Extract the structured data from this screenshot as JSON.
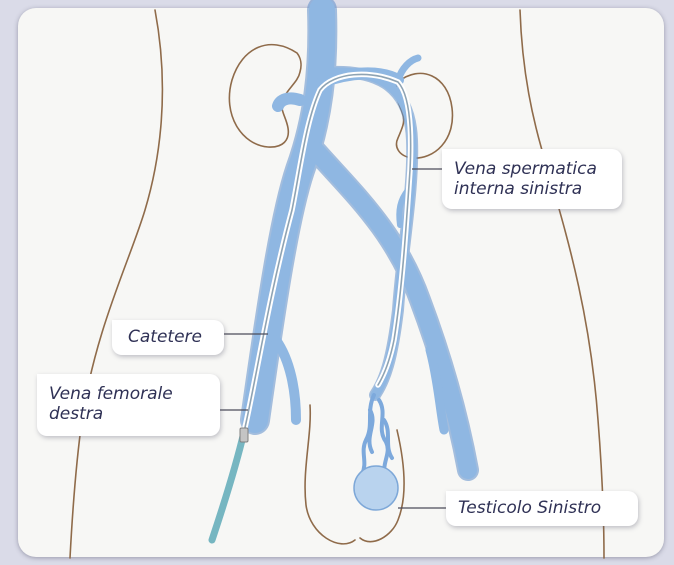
{
  "labels": {
    "vena_spermatica": {
      "line1": "Vena spermatica",
      "line2": "interna sinistra"
    },
    "catetere": "Catetere",
    "vena_femorale": {
      "line1": "Vena femorale",
      "line2": "destra"
    },
    "testicolo": "Testicolo Sinistro"
  },
  "colors": {
    "vein": "#8fb7e2",
    "vein_edge": "#5f8fcb",
    "catheter": "#8ea3b3",
    "catheter_tube": "#76b6c1",
    "body_outline": "#8f6b4a",
    "label_text": "#2f3155"
  }
}
